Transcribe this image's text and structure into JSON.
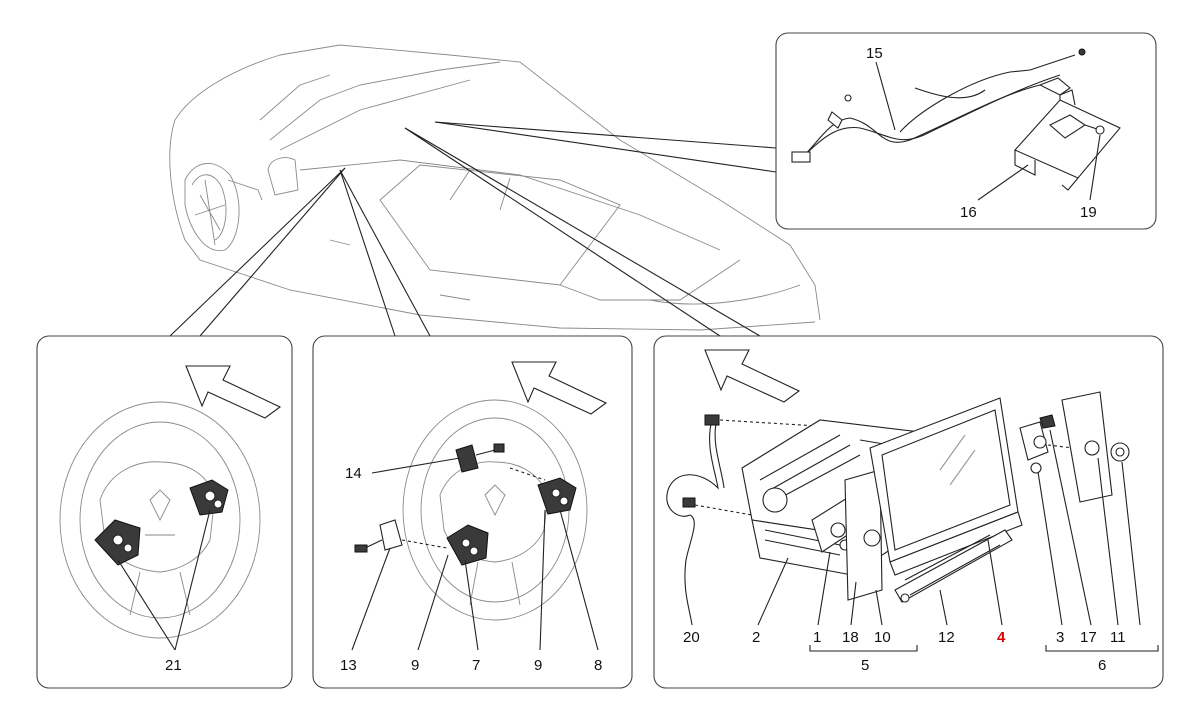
{
  "colors": {
    "highlight": "#e00000",
    "line": "#222222",
    "car_outline": "#8a8a8a"
  },
  "labels": {
    "l1": "1",
    "l2": "2",
    "l3": "3",
    "l4": "4",
    "l5": "5",
    "l6": "6",
    "l7": "7",
    "l8": "8",
    "l9a": "9",
    "l9b": "9",
    "l10": "10",
    "l11": "11",
    "l12": "12",
    "l13": "13",
    "l14": "14",
    "l15": "15",
    "l16": "16",
    "l17": "17",
    "l18": "18",
    "l19": "19",
    "l20": "20",
    "l21": "21"
  }
}
